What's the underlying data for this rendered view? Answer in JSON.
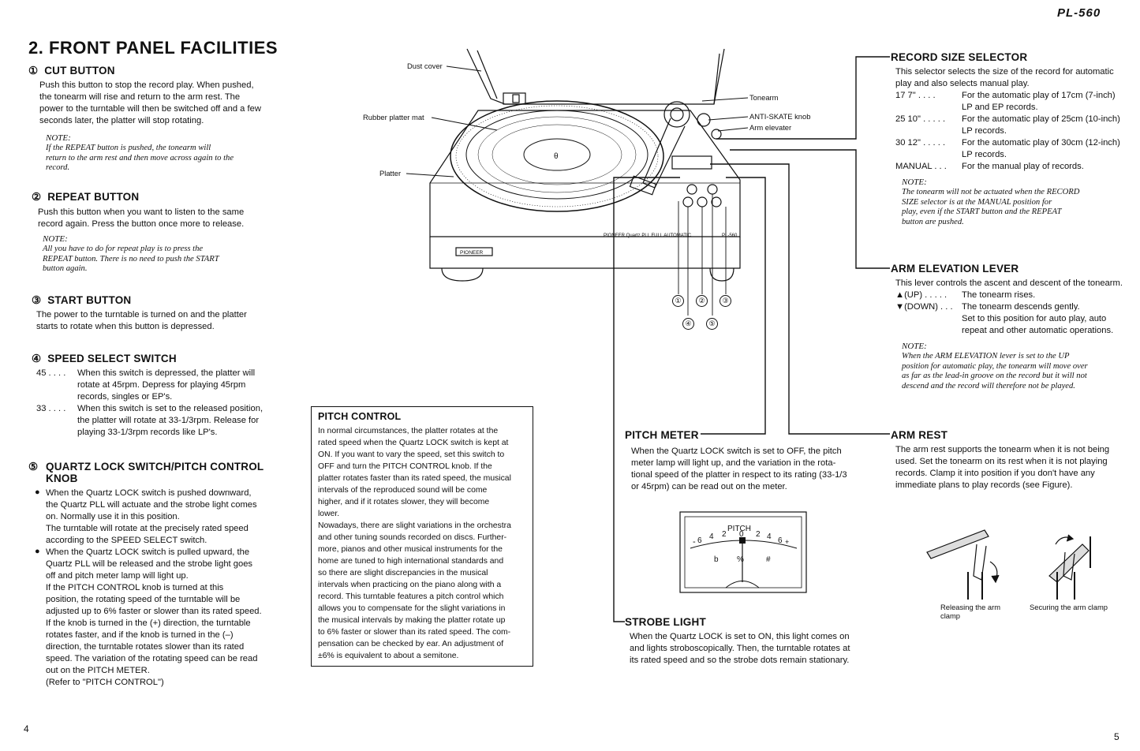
{
  "header": {
    "model": "PL-560"
  },
  "page_title": "2. FRONT PANEL FACILITIES",
  "cut": {
    "num": "①",
    "title": "CUT BUTTON",
    "lines": [
      "Push this button to stop the record play. When pushed,",
      "the tonearm will rise and return to the arm rest. The",
      "power to the turntable will then be switched off and a few",
      "seconds later, the platter will stop rotating."
    ],
    "note_label": "NOTE:",
    "note_lines": [
      "If the REPEAT button is pushed, the tonearm will",
      "return to the arm rest and then move across again to the",
      "record."
    ]
  },
  "repeat": {
    "num": "②",
    "title": "REPEAT BUTTON",
    "lines": [
      "Push this button when you want to listen to the same",
      "record again. Press the button once more to release."
    ],
    "note_label": "NOTE:",
    "note_lines": [
      "All you have to do for repeat play is to press the",
      "REPEAT button. There is no need to push the START",
      "button again."
    ]
  },
  "start": {
    "num": "③",
    "title": "START BUTTON",
    "lines": [
      "The power to the turntable is turned on and the platter",
      "starts to rotate when this button is depressed."
    ]
  },
  "speed": {
    "num": "④",
    "title": "SPEED SELECT SWITCH",
    "items": [
      {
        "key": "45 . . . .",
        "lines": [
          "When this switch is depressed, the platter will",
          "rotate at 45rpm. Depress for playing 45rpm",
          "records, singles or EP's."
        ]
      },
      {
        "key": "33 . . . .",
        "lines": [
          "When this switch is set to the released position,",
          "the platter will rotate at 33-1/3rpm. Release for",
          "playing 33-1/3rpm records like LP's."
        ]
      }
    ]
  },
  "quartz": {
    "num": "⑤",
    "title_lines": [
      "QUARTZ LOCK SWITCH/PITCH CONTROL",
      "KNOB"
    ],
    "bullet": "●",
    "b1_lines": [
      "When the Quartz LOCK switch is pushed downward,",
      "the Quartz PLL will actuate and the strobe light comes",
      "on. Normally use it in this position.",
      "The turntable will rotate at the precisely rated speed",
      "according to the SPEED SELECT switch."
    ],
    "b2_lines": [
      "When the Quartz LOCK switch is pulled upward, the",
      "Quartz PLL will be released and the strobe light goes",
      "off and pitch meter lamp will light up.",
      "If the PITCH CONTROL knob is turned at this",
      "position, the rotating speed of the turntable will be",
      "adjusted up to 6% faster or slower than its rated speed.",
      "If the knob is turned in the (+) direction, the turntable",
      "rotates faster, and if the knob is turned in the (–)",
      "direction, the turntable rotates slower than its rated",
      "speed. The variation of the rotating speed can be read",
      "out on the PITCH METER.",
      "(Refer to \"PITCH CONTROL\")"
    ]
  },
  "pitch_control": {
    "title": "PITCH CONTROL",
    "lines": [
      "In normal circumstances, the platter rotates at the",
      "rated speed when the Quartz LOCK switch is kept at",
      "ON. If you want to vary the speed, set this switch to",
      "OFF and turn the PITCH CONTROL knob. If the",
      "platter rotates faster than its rated speed, the musical",
      "intervals of the reproduced sound will be come",
      "higher, and if it rotates slower, they will become",
      "lower.",
      "Nowadays, there are slight variations in the orchestra",
      "and other tuning sounds recorded on discs. Further-",
      "more, pianos and other musical instruments for the",
      "home are tuned to high international standards and",
      "so there are slight discrepancies in the musical",
      "intervals when practicing on the piano along with a",
      "record. This turntable features a pitch control which",
      "allows you to compensate for the slight variations in",
      "the musical intervals by making the platter rotate up",
      "to 6% faster or slower than its rated speed. The com-",
      "pensation can be checked by ear. An adjustment of",
      "±6% is equivalent to about a semitone."
    ]
  },
  "diagram": {
    "dust_cover": "Dust cover",
    "rubber_mat": "Rubber platter mat",
    "platter": "Platter",
    "tonearm": "Tonearm",
    "anti_skate": "ANTI-SKATE knob",
    "arm_elevater": "Arm elevater",
    "brand": "PIONEER",
    "front_text": "PIONEER Quartz PLL FULL AUTOMATIC",
    "model_small": "PL-560",
    "callouts": [
      "①",
      "②",
      "③",
      "④",
      "⑤"
    ]
  },
  "record_size": {
    "title": "RECORD SIZE SELECTOR",
    "lines": [
      "This selector selects the size of the record for automatic",
      "play and also selects manual play."
    ],
    "items": [
      {
        "key": "17     7\" . . . .",
        "lines": [
          "For the automatic play of 17cm (7-inch)",
          "LP and EP records."
        ]
      },
      {
        "key": "25   10\" . . . . .",
        "lines": [
          "For the automatic play of 25cm (10-inch)",
          "LP records."
        ]
      },
      {
        "key": "30   12\" . . . . .",
        "lines": [
          "For the automatic play of 30cm (12-inch)",
          "LP records."
        ]
      },
      {
        "key": "MANUAL . . .",
        "lines": [
          "For the manual play of records."
        ]
      }
    ],
    "note_label": "NOTE:",
    "note_lines": [
      "The tonearm will not be actuated when the RECORD",
      "SIZE selector is at the MANUAL position for",
      "play, even if the START button and the REPEAT",
      "button are pushed."
    ]
  },
  "arm_elev": {
    "title": "ARM ELEVATION LEVER",
    "lines": [
      "This lever controls the ascent and descent of the tonearm."
    ],
    "items": [
      {
        "key": "▲(UP)  . . . . .",
        "lines": [
          "The tonearm rises."
        ]
      },
      {
        "key": "▼(DOWN) . . .",
        "lines": [
          "The tonearm descends gently."
        ]
      }
    ],
    "extra_lines": [
      "Set to this position for auto play, auto",
      "repeat and other automatic operations."
    ],
    "note_label": "NOTE:",
    "note_lines": [
      "When the ARM ELEVATION lever is set to the UP",
      "position for automatic play, the tonearm will move over",
      "as far as the lead-in groove on the record but it will not",
      "descend and the record will therefore not be played."
    ]
  },
  "pitch_meter": {
    "title": "PITCH METER",
    "lines": [
      "When the Quartz LOCK switch is set to OFF, the pitch",
      "meter lamp will light up, and the variation in the rota-",
      "tional speed of the platter in respect to its rating (33-1/3",
      "or 45rpm) can be read out on the meter."
    ],
    "meter_label": "PITCH",
    "scale": [
      "6",
      "4",
      "2",
      "0",
      "2",
      "4",
      "6"
    ],
    "minus": "-",
    "plus": "+",
    "flat": "b",
    "percent": "%",
    "sharp": "#"
  },
  "arm_rest": {
    "title": "ARM REST",
    "lines": [
      "The arm rest supports the tonearm when it is not being",
      "used. Set the tonearm on its rest when it is not playing",
      "records. Clamp it into position if you don't have any",
      "immediate plans to play records (see Figure)."
    ],
    "fig1_lines": [
      "Releasing the arm",
      "clamp"
    ],
    "fig2": "Securing the arm clamp"
  },
  "strobe": {
    "title": "STROBE LIGHT",
    "lines": [
      "When the Quartz LOCK is set to ON, this light comes on",
      "and lights stroboscopically. Then, the turntable rotates at",
      "its rated speed and so the strobe dots remain stationary."
    ]
  },
  "footer": {
    "left_page": "4",
    "right_page": "5"
  }
}
